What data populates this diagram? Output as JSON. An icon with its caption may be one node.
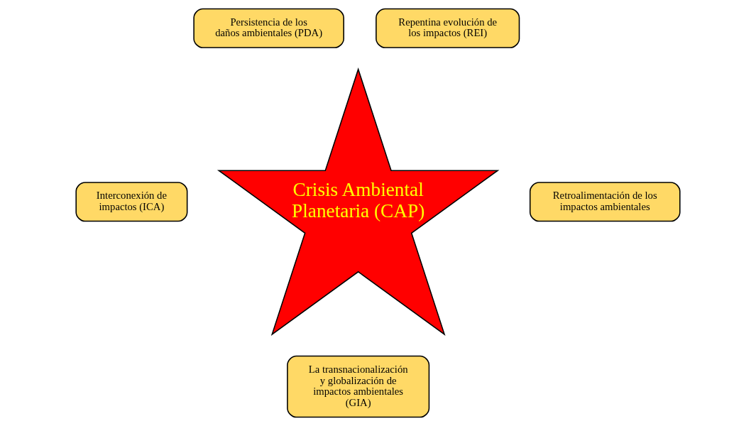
{
  "diagram": {
    "nodes": [
      {
        "text": [
          "Persistencia de los daños ambientales (PDA)"
        ]
      },
      {
        "text": [
          "Repentina evolución de los impactos (REI)"
        ]
      },
      {
        "text": [
          "Interconexión de impactos (ICA)"
        ]
      },
      {
        "text": [
          "Crisis Ambiental Planetaria (CAP)"
        ]
      },
      {
        "text": [
          "Retroalimentación de los impactos ambientales"
        ]
      },
      {
        "text": [
          "La transnacionalización y globalización de impactos ambientales (GIA)"
        ]
      }
    ],
    "edges": []
  }
}
